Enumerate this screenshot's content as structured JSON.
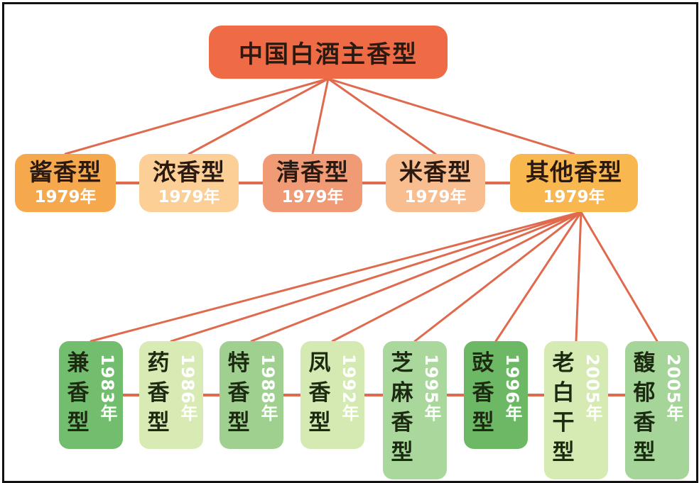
{
  "root": {
    "title": "中国白酒主香型",
    "color": "#ee6b45"
  },
  "link_color": "#e06a4e",
  "categories": [
    {
      "name": "酱香型",
      "year": "1979年",
      "color": "#f5a84c"
    },
    {
      "name": "浓香型",
      "year": "1979年",
      "color": "#fbcf95"
    },
    {
      "name": "清香型",
      "year": "1979年",
      "color": "#f19a76"
    },
    {
      "name": "米香型",
      "year": "1979年",
      "color": "#f8be8f"
    },
    {
      "name": "其他香型",
      "year": "1979年",
      "color": "#f8b74f"
    }
  ],
  "subtypes": [
    {
      "name": "兼香型",
      "year": "1983年",
      "color": "#72bd6e"
    },
    {
      "name": "药香型",
      "year": "1986年",
      "color": "#d8ebb5"
    },
    {
      "name": "特香型",
      "year": "1988年",
      "color": "#9fd090"
    },
    {
      "name": "凤香型",
      "year": "1992年",
      "color": "#d5eab2"
    },
    {
      "name": "芝麻香型",
      "year": "1995年",
      "color": "#a9d79c"
    },
    {
      "name": "豉香型",
      "year": "1996年",
      "color": "#6cb864"
    },
    {
      "name": "老白干型",
      "year": "2005年",
      "color": "#d5ebb3"
    },
    {
      "name": "馥郁香型",
      "year": "2005年",
      "color": "#a6d59a"
    }
  ]
}
